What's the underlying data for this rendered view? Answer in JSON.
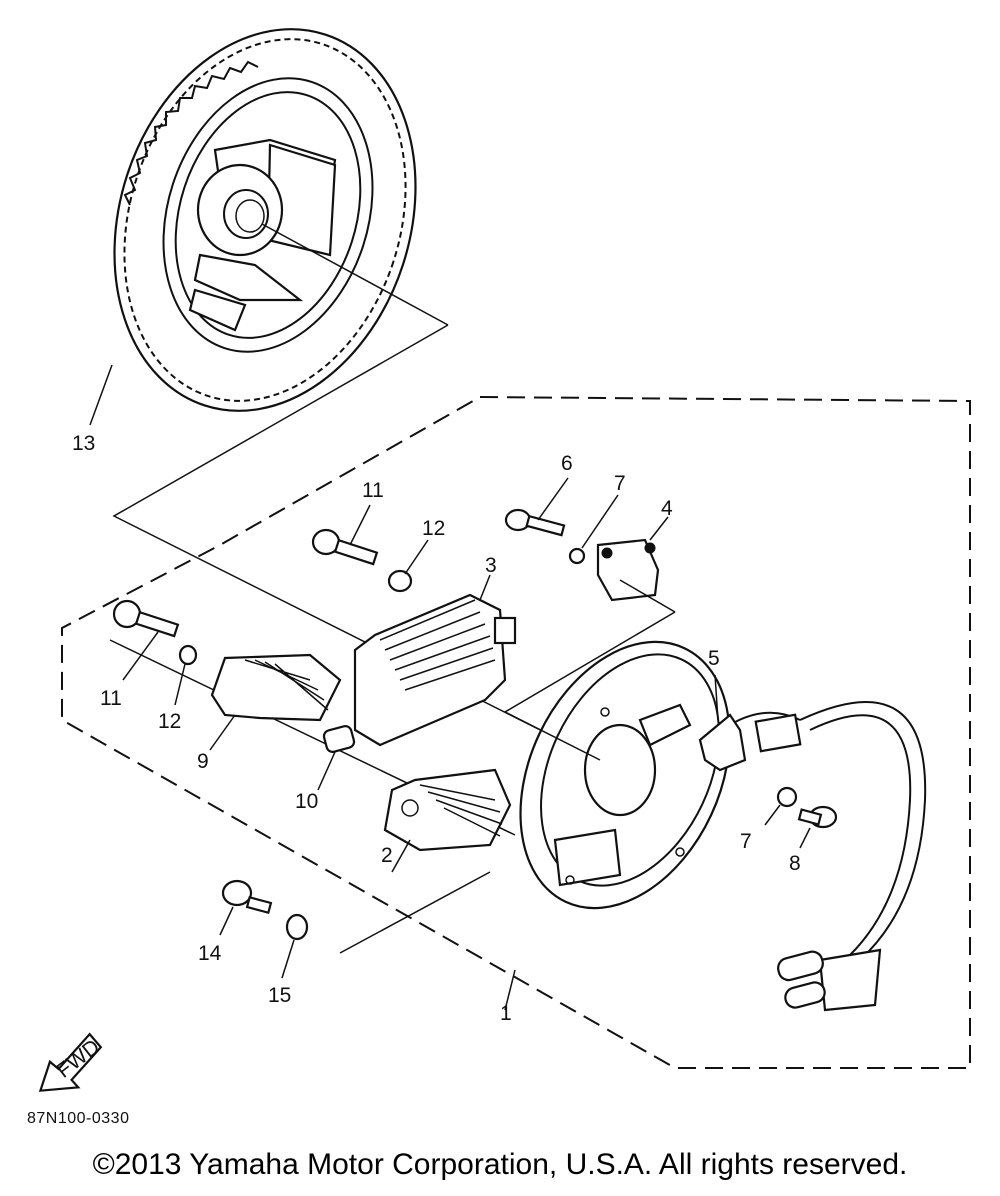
{
  "diagram": {
    "callouts": {
      "c1": "1",
      "c2": "2",
      "c3": "3",
      "c4": "4",
      "c5": "5",
      "c6": "6",
      "c7a": "7",
      "c7b": "7",
      "c8": "8",
      "c9": "9",
      "c10": "10",
      "c11a": "11",
      "c11b": "11",
      "c12a": "12",
      "c12b": "12",
      "c13": "13",
      "c14": "14",
      "c15": "15"
    },
    "fwd_label": "FWD",
    "part_code": "87N100-0330"
  },
  "footer": {
    "copyright": "©2013 Yamaha Motor Corporation, U.S.A. All rights reserved."
  }
}
